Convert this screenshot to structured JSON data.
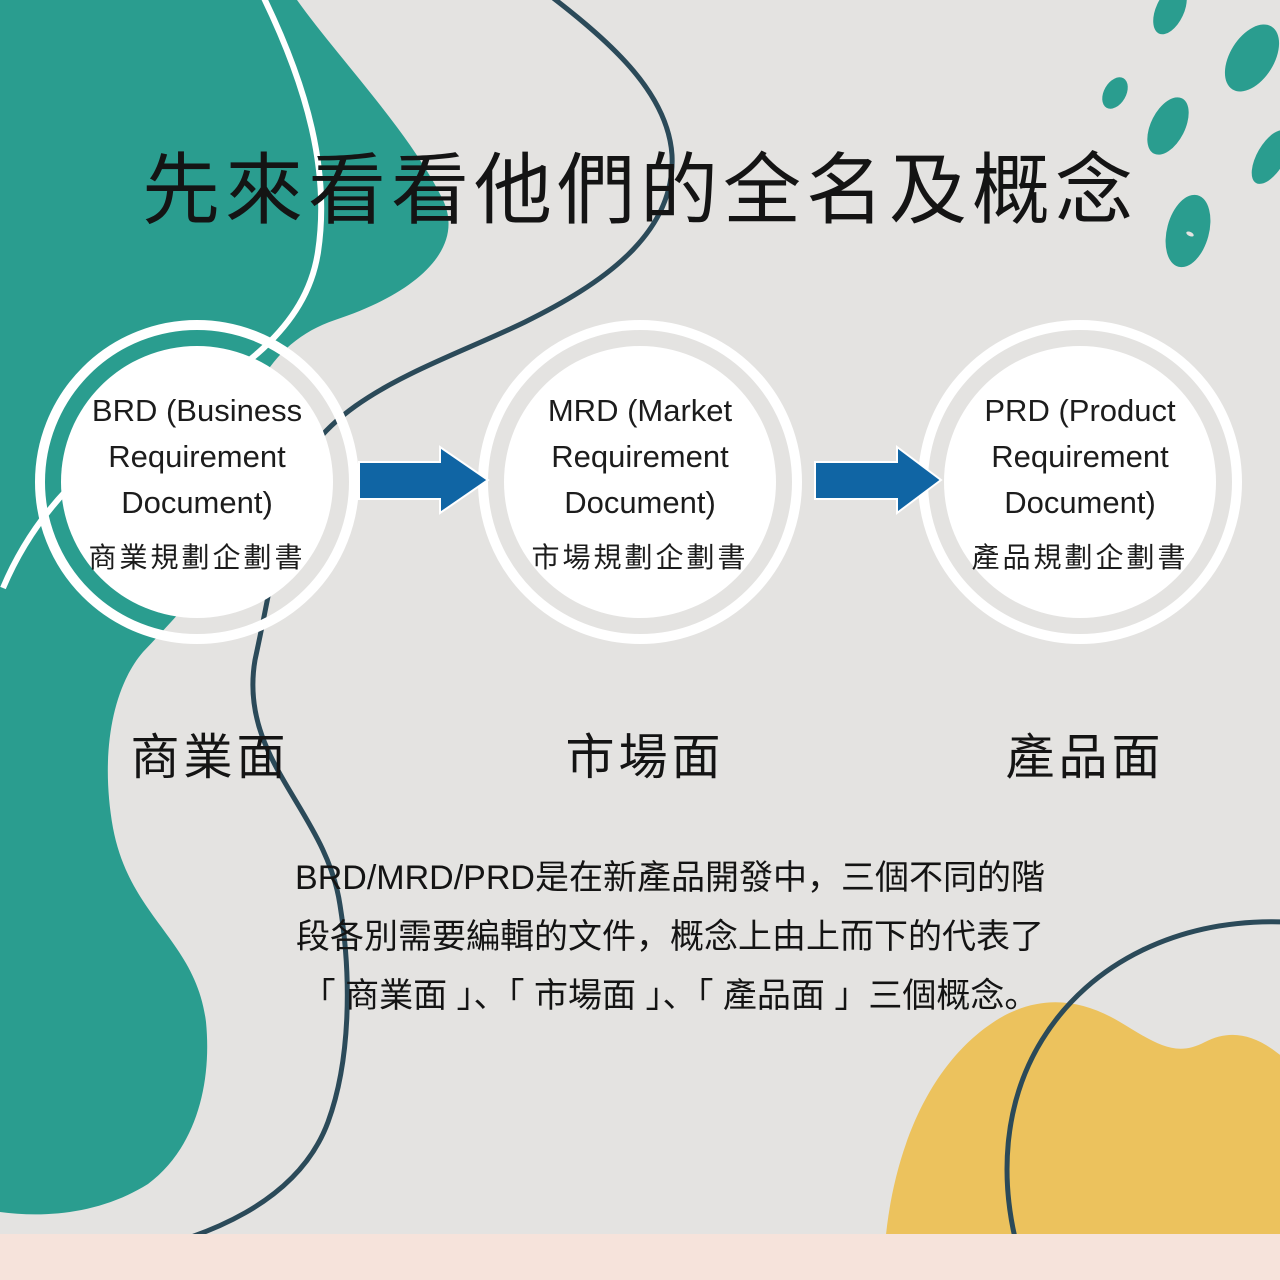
{
  "title": "先來看看他們的全名及概念",
  "stages": [
    {
      "en_line1": "BRD (Business",
      "en_line2": "Requirement",
      "en_line3": "Document)",
      "zh": "商業規劃企劃書",
      "label": "商業面"
    },
    {
      "en_line1": "MRD (Market",
      "en_line2": "Requirement",
      "en_line3": "Document)",
      "zh": "市場規劃企劃書",
      "label": "市場面"
    },
    {
      "en_line1": "PRD (Product",
      "en_line2": "Requirement",
      "en_line3": "Document)",
      "zh": "產品規劃企劃書",
      "label": "產品面"
    }
  ],
  "description": {
    "line1": "BRD/MRD/PRD是在新產品開發中，三個不同的階",
    "line2": "段各別需要編輯的文件，概念上由上而下的代表了",
    "line3": "「 商業面 」、「 市場面 」、「 產品面 」三個概念。"
  },
  "colors": {
    "background": "#e4e3e1",
    "teal_blob": "#2a9d8f",
    "navy_line": "#2b4a59",
    "white_line": "#ffffff",
    "circle_fill": "#ffffff",
    "circle_ring": "#ffffff",
    "arrow_blue": "#1065a4",
    "yellow_blob": "#ecc25d",
    "pink_bar": "#f6e3db",
    "text": "#141414"
  }
}
